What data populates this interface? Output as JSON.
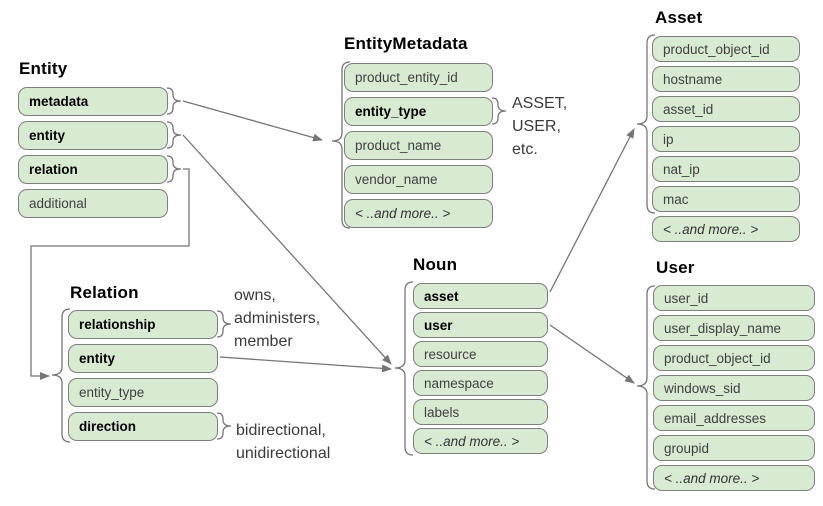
{
  "colors": {
    "field_fill": "#d9ead3",
    "field_border": "#7e7e7e",
    "connector": "#757575",
    "title_text": "#000000",
    "field_text": "#3f3f3f"
  },
  "boxes": {
    "entity": {
      "title": "Entity",
      "fields": [
        "metadata",
        "entity",
        "relation",
        "additional"
      ]
    },
    "entity_metadata": {
      "title": "EntityMetadata",
      "fields": [
        "product_entity_id",
        "entity_type",
        "product_name",
        "vendor_name",
        "< ..and more.. >"
      ]
    },
    "relation": {
      "title": "Relation",
      "fields": [
        "relationship",
        "entity",
        "entity_type",
        "direction"
      ]
    },
    "noun": {
      "title": "Noun",
      "fields": [
        "asset",
        "user",
        "resource",
        "namespace",
        "labels",
        "< ..and more.. >"
      ]
    },
    "asset": {
      "title": "Asset",
      "fields": [
        "product_object_id",
        "hostname",
        "asset_id",
        "ip",
        "nat_ip",
        "mac",
        "< ..and more.. >"
      ]
    },
    "user": {
      "title": "User",
      "fields": [
        "user_id",
        "user_display_name",
        "product_object_id",
        "windows_sid",
        "email_addresses",
        "groupid",
        "< ..and more.. >"
      ]
    }
  },
  "annotations": {
    "entity_type_values": {
      "lines": [
        "ASSET,",
        "USER,",
        "etc."
      ]
    },
    "relationship_values": {
      "lines": [
        "owns,",
        "administers,",
        "member"
      ]
    },
    "direction_values": {
      "lines": [
        "bidirectional,",
        "unidirectional"
      ]
    }
  }
}
